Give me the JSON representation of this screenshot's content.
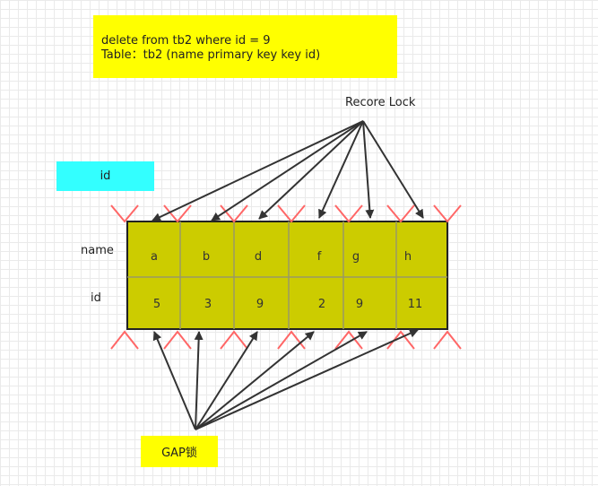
{
  "query_box": {
    "line1": "delete from tb2 where id = 9",
    "line2": "Table：tb2 (name primary key  key id)"
  },
  "index_label": "id",
  "record_lock_label": "Recore Lock",
  "gap_lock_label": "GAP锁",
  "row_labels": {
    "name": "name",
    "id": "id"
  },
  "columns": [
    {
      "name": "a",
      "id": "5"
    },
    {
      "name": "b",
      "id": "3"
    },
    {
      "name": "d",
      "id": "9"
    },
    {
      "name": "f",
      "id": "2"
    },
    {
      "name": "g",
      "id": "9"
    },
    {
      "name": "h",
      "id": "11"
    }
  ],
  "colors": {
    "table_fill": "#cccc00",
    "table_border": "#222222",
    "cell_divider": "#999966",
    "gap_marker": "#ff6666",
    "arrow": "#333333",
    "query_box": "#ffff00",
    "index_box": "#33ffff"
  }
}
